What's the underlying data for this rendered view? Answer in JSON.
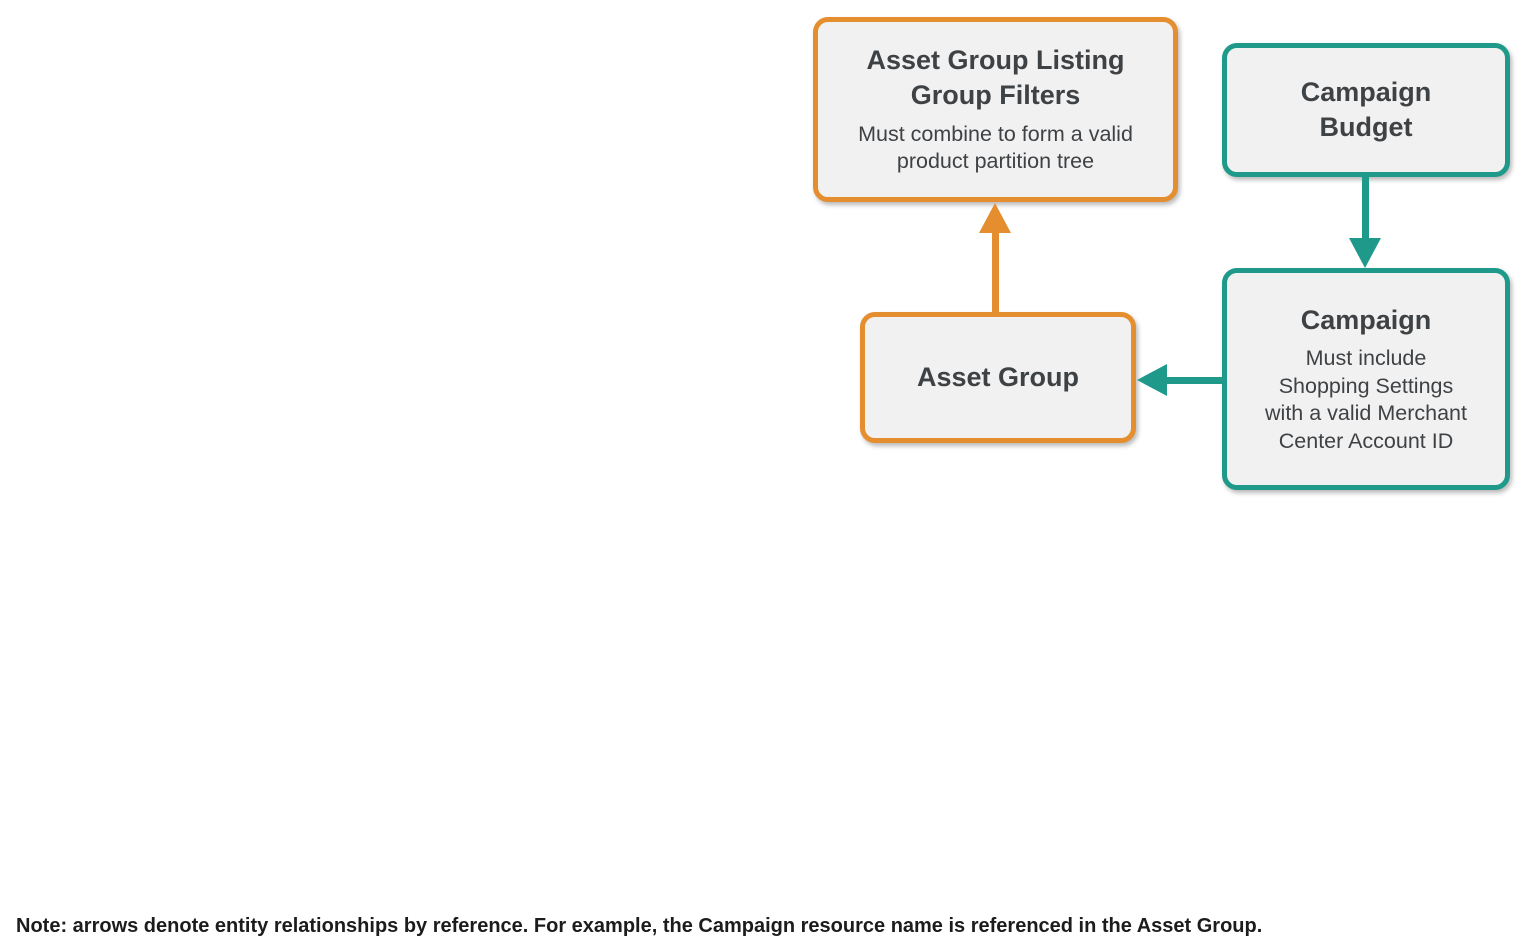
{
  "diagram": {
    "nodes": [
      {
        "id": "asset-group-listing-group-filters",
        "title": "Asset Group Listing\nGroup Filters",
        "subtitle": "Must combine to form a valid\nproduct partition tree",
        "accent": "orange"
      },
      {
        "id": "campaign-budget",
        "title": "Campaign\nBudget",
        "accent": "teal"
      },
      {
        "id": "campaign",
        "title": "Campaign",
        "subtitle": "Must include\nShopping Settings\nwith a valid Merchant\nCenter Account ID",
        "accent": "teal"
      },
      {
        "id": "asset-group",
        "title": "Asset Group",
        "accent": "orange"
      }
    ],
    "edges": [
      {
        "from": "asset-group",
        "to": "asset-group-listing-group-filters",
        "color": "orange",
        "direction": "up"
      },
      {
        "from": "campaign-budget",
        "to": "campaign",
        "color": "teal",
        "direction": "down"
      },
      {
        "from": "campaign",
        "to": "asset-group",
        "color": "teal",
        "direction": "left"
      }
    ],
    "colors": {
      "orange": "#E48E2F",
      "teal": "#1F9A8A",
      "box_fill": "#F1F1F1",
      "box_text": "#3F4245",
      "note_text": "#1C1C1C"
    }
  },
  "note": "Note: arrows denote entity relationships by reference. For example, the Campaign resource name is referenced in the Asset Group."
}
